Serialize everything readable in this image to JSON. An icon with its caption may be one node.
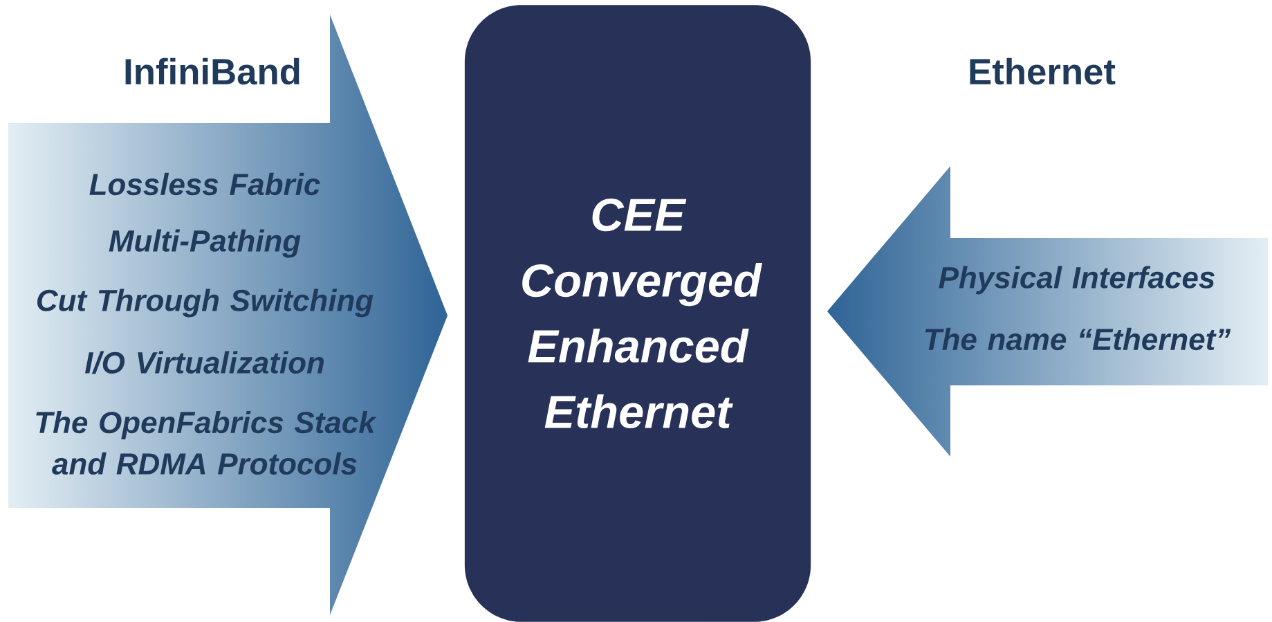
{
  "diagram": {
    "nodes": [
      {
        "text": [
          "InfiniBand",
          "Lossless Fabric",
          "Multi-Pathing",
          "Cut Through Switching",
          "I/O Virtualization",
          "The OpenFabrics Stack and RDMA Protocols"
        ]
      },
      {
        "text": [
          "CEE Converged Enhanced Ethernet"
        ]
      },
      {
        "text": [
          "Ethernet",
          "Physical Interfaces",
          "The name “Ethernet”"
        ]
      }
    ]
  }
}
